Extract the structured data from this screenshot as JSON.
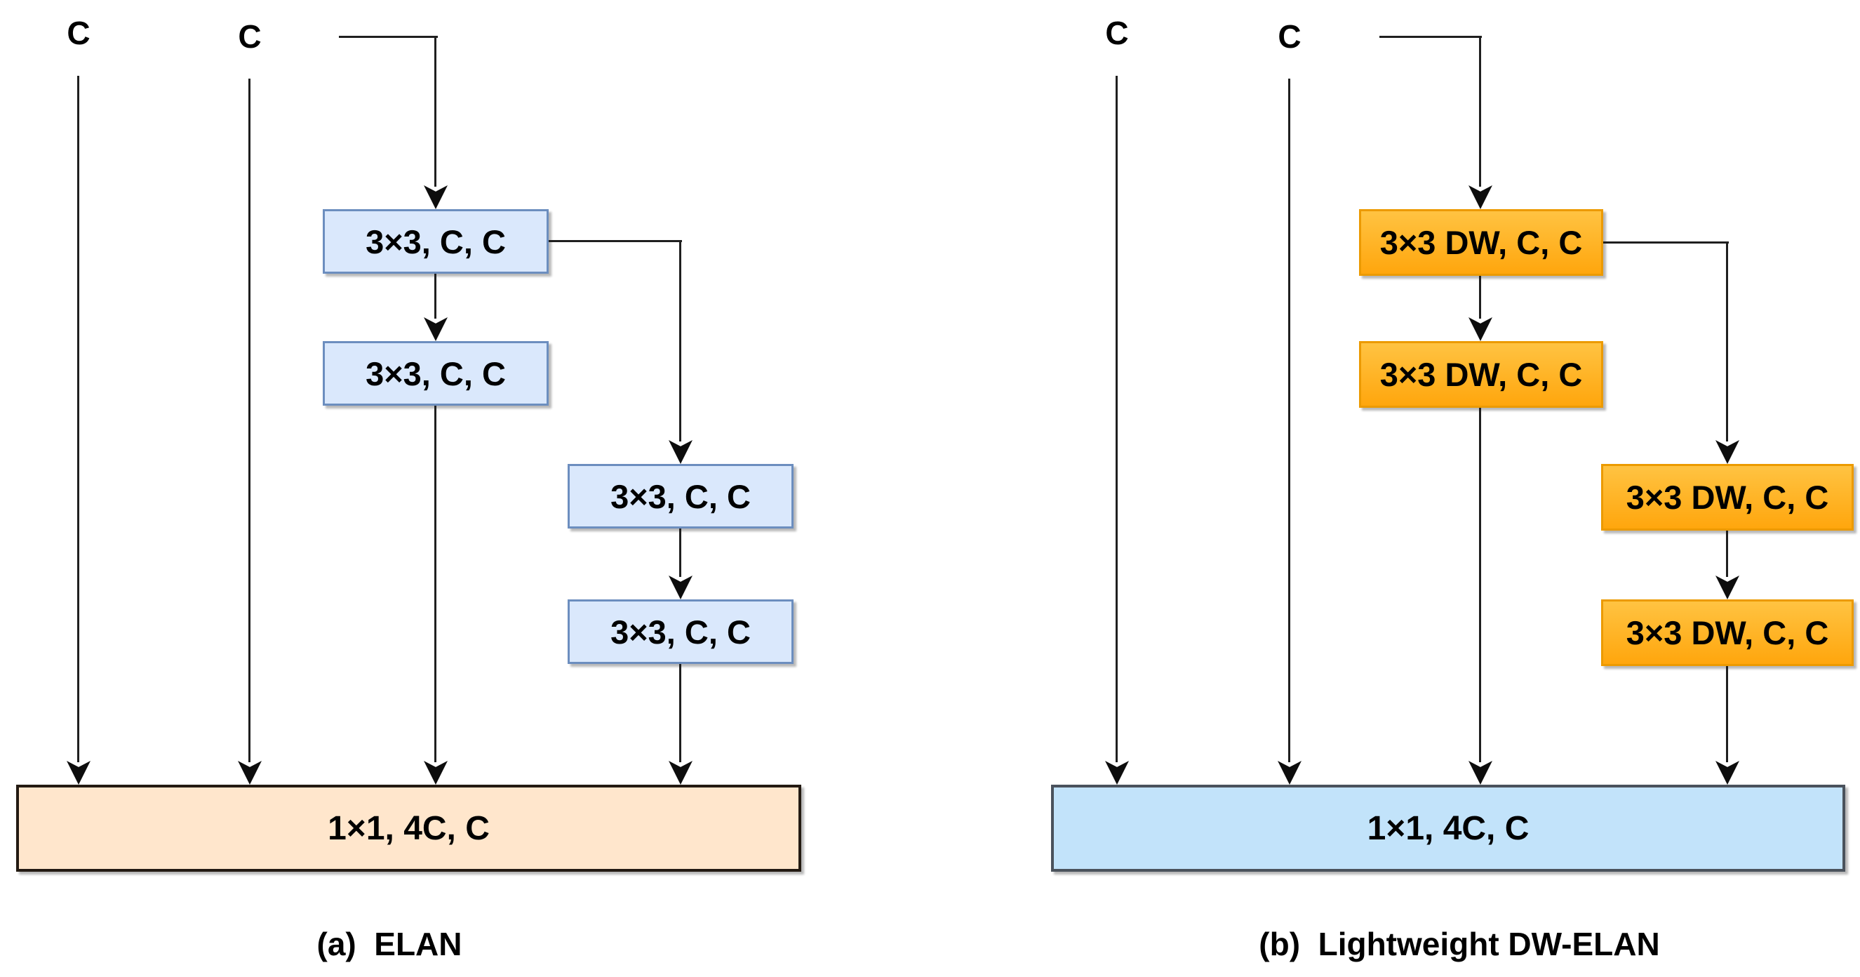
{
  "figure": {
    "background": "#ffffff",
    "connector_color": "#1f1f1f",
    "arrowhead_color": "#0d0d0d",
    "text_color": "#000000"
  },
  "diagrams": [
    {
      "caption": "(a)  ELAN",
      "input_labels": [
        "C",
        "C"
      ],
      "conv_blocks": [
        "3×3, C, C",
        "3×3, C, C",
        "3×3, C, C",
        "3×3, C, C"
      ],
      "output_block": "1×1, 4C, C",
      "style": {
        "block_fill": "#DAE8FC",
        "block_fill_top": "#DAE8FC",
        "block_stroke": "#6C8EBF",
        "output_fill": "#FFE6CC",
        "output_stroke": "#231A12"
      }
    },
    {
      "caption": "(b)  Lightweight DW-ELAN",
      "input_labels": [
        "C",
        "C"
      ],
      "conv_blocks": [
        "3×3 DW, C, C",
        "3×3 DW, C, C",
        "3×3 DW, C, C",
        "3×3 DW, C, C"
      ],
      "output_block": "1×1, 4C, C",
      "style": {
        "block_fill": "#FFA60D",
        "block_fill_top": "#FFC342",
        "block_stroke": "#EC9A00",
        "output_fill": "#C2E3FA",
        "output_stroke": "#4A525C"
      }
    }
  ]
}
